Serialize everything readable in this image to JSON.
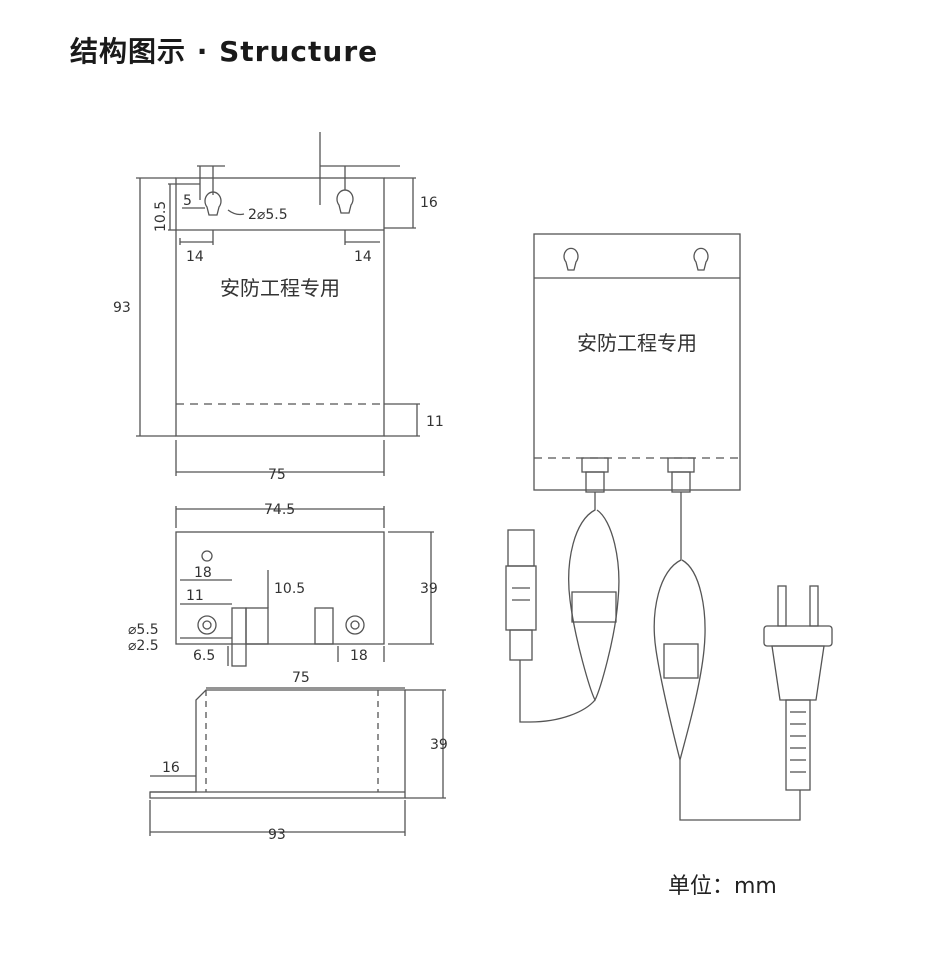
{
  "title": "结构图示 · Structure",
  "unit_label": "单位：mm",
  "product_label": "安防工程专用",
  "front_view": {
    "hole_label": "2⌀5.5",
    "dim_5": "5",
    "dim_10_5": "10.5",
    "dim_14_left": "14",
    "dim_14_right": "14",
    "dim_16": "16",
    "dim_93": "93",
    "dim_11": "11",
    "dim_75": "75"
  },
  "bottom_view": {
    "dim_74_5": "74.5",
    "dim_18_top": "18",
    "dim_10_5": "10.5",
    "dim_11": "11",
    "dim_39": "39",
    "dim_phi_5_5": "⌀5.5",
    "dim_phi_2_5": "⌀2.5",
    "dim_6_5": "6.5",
    "dim_18_bottom": "18"
  },
  "side_view": {
    "dim_75": "75",
    "dim_39": "39",
    "dim_16": "16",
    "dim_93": "93"
  },
  "colors": {
    "line": "#555555",
    "text": "#333333"
  }
}
